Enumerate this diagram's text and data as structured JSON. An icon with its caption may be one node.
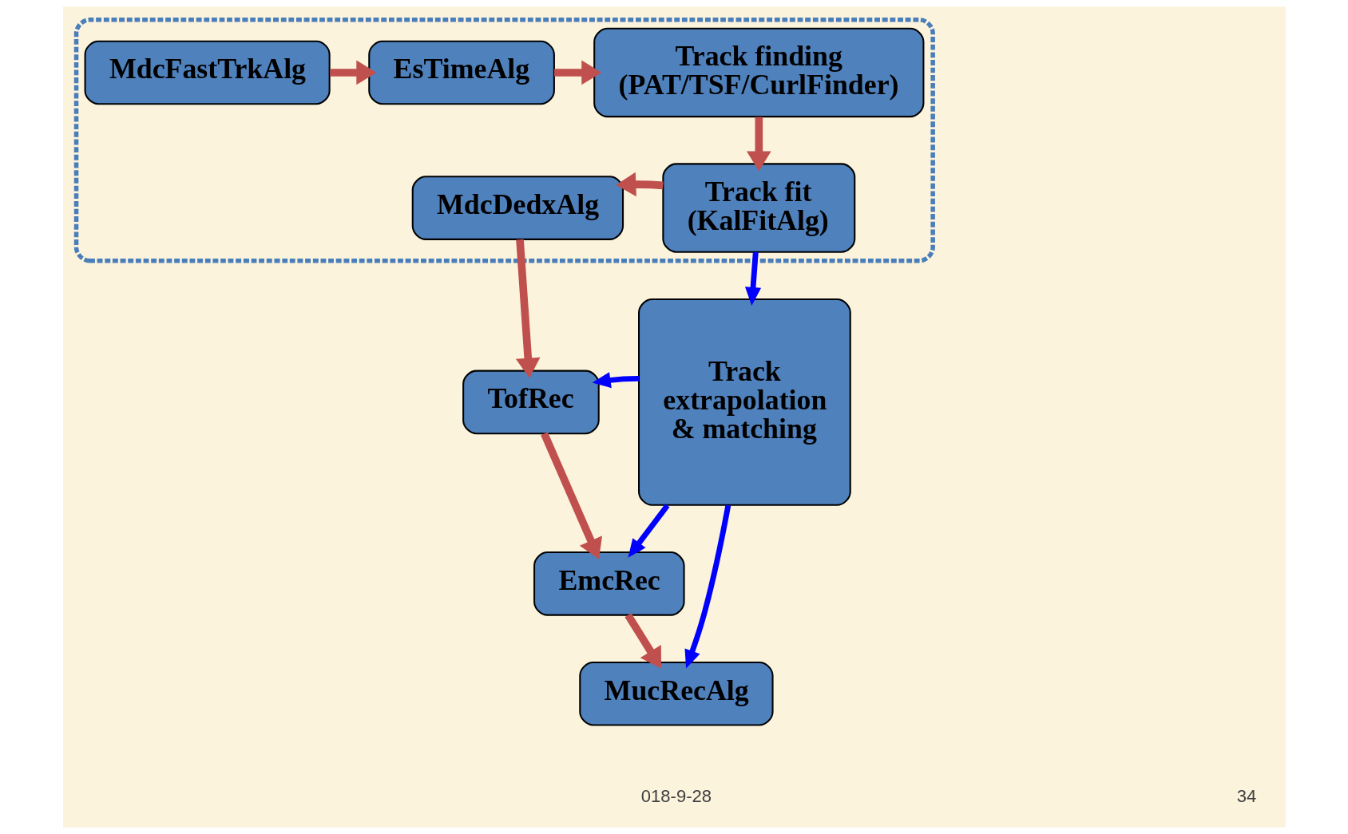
{
  "diagram": {
    "nodes": [
      {
        "text": [],
        "shape": "box"
      },
      {
        "text": [
          "MdcFastTrkAlg"
        ],
        "in": 0
      },
      {
        "text": [
          "EsTimeAlg"
        ],
        "in": 0
      },
      {
        "text": [
          "Track finding (PAT/TSF/CurlFinder)"
        ],
        "in": 0
      },
      {
        "text": [
          "MdcDedxAlg"
        ],
        "in": 0
      },
      {
        "text": [
          "Track fit (KalFitAlg)"
        ],
        "in": 0
      },
      {
        "text": [
          "TofRec"
        ]
      },
      {
        "text": [
          "EmcRec"
        ]
      },
      {
        "text": [
          "MucRecAlg"
        ]
      },
      {
        "text": [
          "Track extrapolation & matching"
        ]
      }
    ],
    "edges": [
      {
        "from": 1,
        "to": 2,
        "arrow": "to"
      },
      {
        "from": 2,
        "to": 3,
        "arrow": "to"
      },
      {
        "from": 3,
        "to": 5,
        "arrow": "to"
      },
      {
        "from": 5,
        "to": 4,
        "arrow": "to"
      },
      {
        "from": 4,
        "to": 6,
        "arrow": "to"
      },
      {
        "from": 6,
        "to": 7,
        "arrow": "to"
      },
      {
        "from": 7,
        "to": 8,
        "arrow": "to"
      },
      {
        "from": 5,
        "to": 9,
        "arrow": "to",
        "color": "#0000ff"
      },
      {
        "from": 9,
        "to": 6,
        "arrow": "to",
        "color": "#0000ff"
      },
      {
        "from": 9,
        "to": 7,
        "arrow": "to",
        "color": "#0000ff"
      },
      {
        "from": 9,
        "to": 8,
        "arrow": "to",
        "color": "#0000ff"
      }
    ],
    "labels": [
      "018-9-28",
      "34"
    ]
  }
}
